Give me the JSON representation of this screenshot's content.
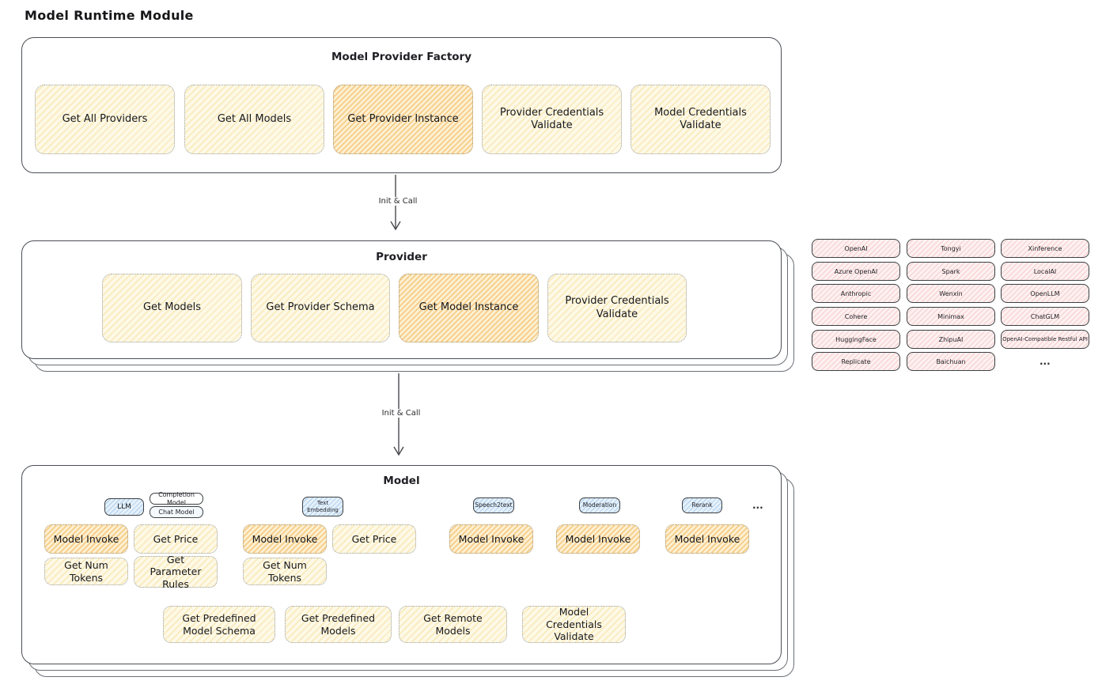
{
  "title": "Model Runtime Module",
  "arrows": [
    {
      "label": "Init & Call"
    },
    {
      "label": "Init & Call"
    }
  ],
  "factory": {
    "title": "Model Provider Factory",
    "boxes": [
      "Get All Providers",
      "Get All Models",
      "Get Provider Instance",
      "Provider Credentials Validate",
      "Model Credentials Validate"
    ]
  },
  "provider": {
    "title": "Provider",
    "boxes": [
      "Get Models",
      "Get Provider Schema",
      "Get Model Instance",
      "Provider Credentials Validate"
    ]
  },
  "providers_list": {
    "items": [
      "OpenAI",
      "Tongyi",
      "Xinference",
      "Azure OpenAI",
      "Spark",
      "LocalAI",
      "Anthropic",
      "Wenxin",
      "OpenLLM",
      "Cohere",
      "Minimax",
      "ChatGLM",
      "HuggingFace",
      "ZhipuAI",
      "OpenAI-Compatible Restful API",
      "Replicate",
      "Baichuan"
    ],
    "more": "..."
  },
  "model": {
    "title": "Model",
    "tabs": {
      "llm": "LLM",
      "completion": "Completion Model",
      "chat": "Chat Model",
      "text_embedding": "Text Embedding",
      "speech2text": "Speech2text",
      "moderation": "Moderation",
      "rerank": "Rerank",
      "more": "..."
    },
    "ops": {
      "model_invoke": "Model Invoke",
      "get_price": "Get Price",
      "get_num_tokens": "Get Num Tokens",
      "get_parameter_rules": "Get Parameter Rules"
    },
    "common": {
      "get_predefined_model_schema": "Get Predefined Model Schema",
      "get_predefined_models": "Get Predefined Models",
      "get_remote_models": "Get Remote Models",
      "model_credentials_validate": "Model Credentials Validate"
    }
  },
  "colors": {
    "node_yellow": "#fdf9e6",
    "node_orange": "#fcf0d2",
    "chip_pink": "#fdf0f0",
    "tab_blue": "#e6f1fb",
    "outline_dark": "#4a4e54",
    "dotted_border": "#9aa0a6",
    "text": "#1f1f24"
  }
}
